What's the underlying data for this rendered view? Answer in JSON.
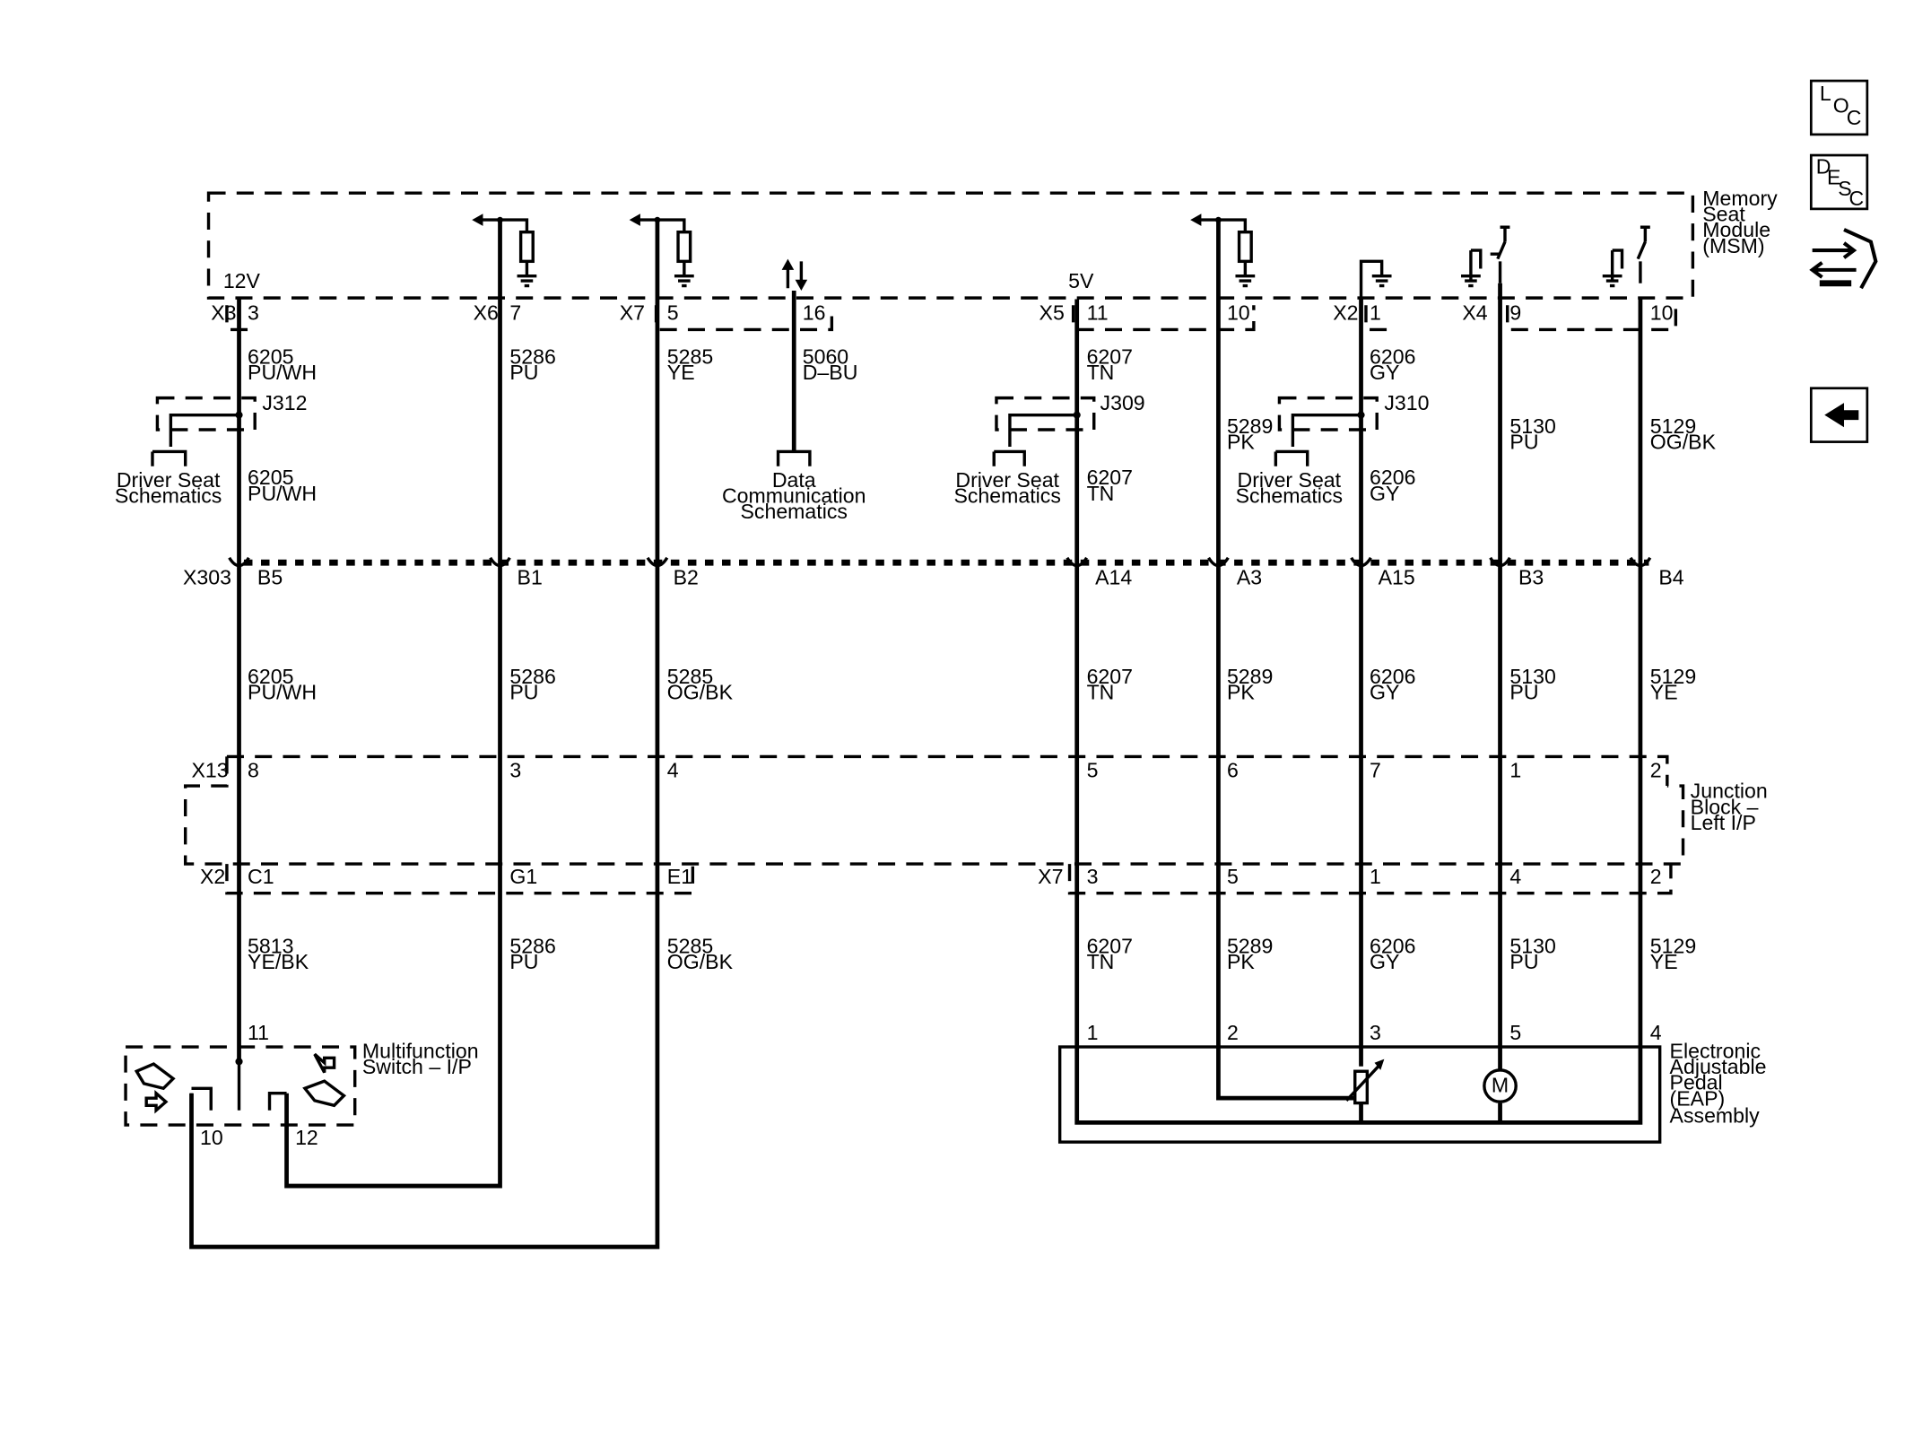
{
  "modules": {
    "msm": [
      "Memory",
      "Seat",
      "Module",
      "(MSM)"
    ],
    "junction": [
      "Junction",
      "Block –",
      "Left I/P"
    ],
    "eap": [
      "Electronic",
      "Adjustable",
      "Pedal",
      "(EAP)",
      "Assembly"
    ],
    "mfs": [
      "Multifunction",
      "Switch – I/P"
    ]
  },
  "voltages": {
    "v12": "12V",
    "v5": "5V"
  },
  "msm_connectors": {
    "x3": "X3",
    "x6": "X6",
    "x7": "X7",
    "x5": "X5",
    "x2": "X2",
    "x4": "X4"
  },
  "msm_pins": [
    "3",
    "7",
    "5",
    "16",
    "11",
    "10",
    "1",
    "9",
    "10"
  ],
  "upper_wires": [
    [
      "6205",
      "PU/WH"
    ],
    [
      "5286",
      "PU"
    ],
    [
      "5285",
      "YE"
    ],
    [
      "5060",
      "D–BU"
    ],
    [
      "6207",
      "TN"
    ],
    [
      "5289",
      "PK"
    ],
    [
      "6206",
      "GY"
    ],
    [
      "5130",
      "PU"
    ],
    [
      "5129",
      "OG/BK"
    ]
  ],
  "splice_wires": [
    [
      "6205",
      "PU/WH"
    ],
    [
      "6207",
      "TN"
    ],
    [
      "6206",
      "GY"
    ]
  ],
  "splices": [
    "J312",
    "J309",
    "J310"
  ],
  "refs": {
    "driver_seat": [
      "Driver Seat",
      "Schematics"
    ],
    "data_comm": [
      "Data",
      "Communication",
      "Schematics"
    ]
  },
  "x303": {
    "name": "X303",
    "pins": [
      "B5",
      "B1",
      "B2",
      "A14",
      "A3",
      "A15",
      "B3",
      "B4"
    ]
  },
  "mid_wires": [
    [
      "6205",
      "PU/WH"
    ],
    [
      "5286",
      "PU"
    ],
    [
      "5285",
      "OG/BK"
    ],
    [
      "6207",
      "TN"
    ],
    [
      "5289",
      "PK"
    ],
    [
      "6206",
      "GY"
    ],
    [
      "5130",
      "PU"
    ],
    [
      "5129",
      "YE"
    ]
  ],
  "x13": {
    "name": "X13",
    "pins": [
      "8",
      "3",
      "4",
      "5",
      "6",
      "7",
      "1",
      "2"
    ]
  },
  "jb_x2": {
    "name": "X2",
    "pins": [
      "C1",
      "G1",
      "E1"
    ]
  },
  "jb_x7": {
    "name": "X7",
    "pins": [
      "3",
      "5",
      "1",
      "4",
      "2"
    ]
  },
  "lower_wires": [
    [
      "5813",
      "YE/BK"
    ],
    [
      "5286",
      "PU"
    ],
    [
      "5285",
      "OG/BK"
    ],
    [
      "6207",
      "TN"
    ],
    [
      "5289",
      "PK"
    ],
    [
      "6206",
      "GY"
    ],
    [
      "5130",
      "PU"
    ],
    [
      "5129",
      "YE"
    ]
  ],
  "mfs_pins": [
    "11",
    "10",
    "12"
  ],
  "eap_pins": [
    "1",
    "2",
    "3",
    "5",
    "4"
  ],
  "motor_label": "M",
  "nav": {
    "loc": [
      "L",
      "O",
      "C"
    ],
    "desc": [
      "D",
      "E",
      "S",
      "C"
    ]
  }
}
